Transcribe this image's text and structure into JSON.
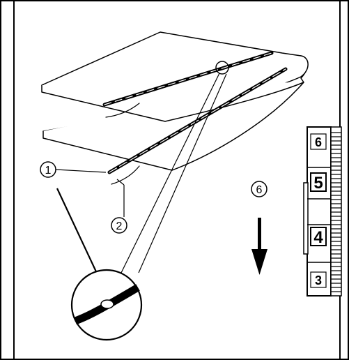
{
  "callouts": {
    "c1": "1",
    "c2": "2",
    "c6": "6"
  },
  "dial": {
    "numbers": [
      "6",
      "5",
      "4",
      "3"
    ]
  },
  "colors": {
    "line": "#000000",
    "background": "#ffffff"
  },
  "icons": {
    "direction": "arrow-down-icon",
    "detail": "magnifier-circle-icon"
  }
}
